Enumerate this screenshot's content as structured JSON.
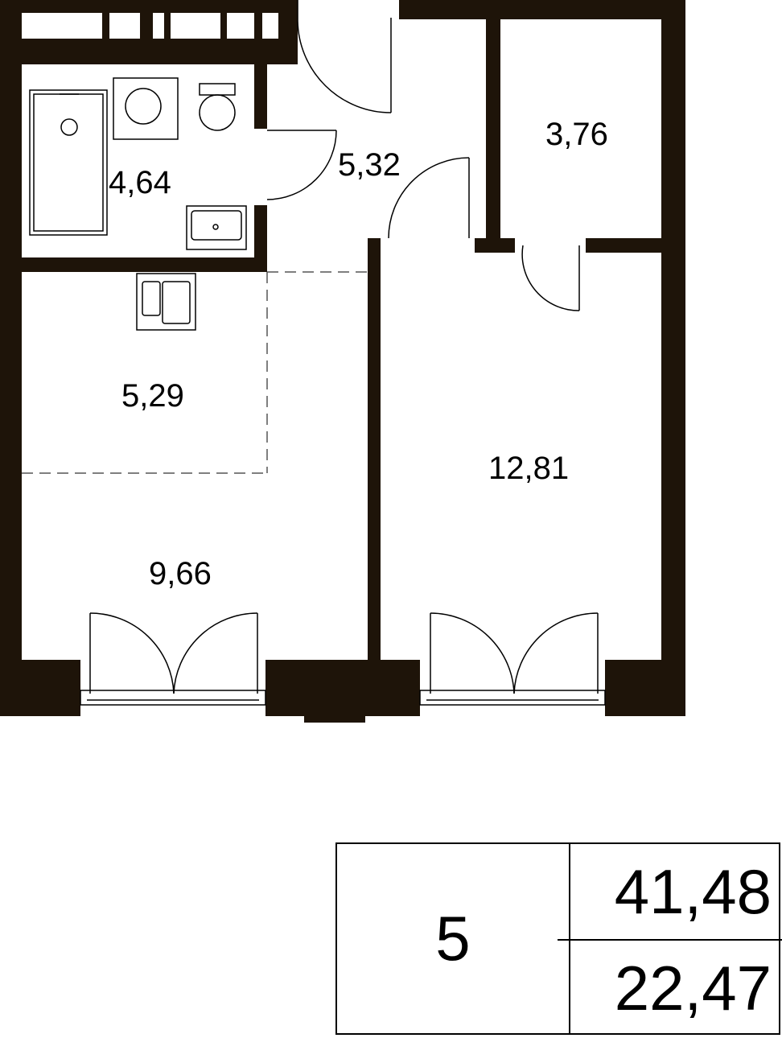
{
  "rooms": {
    "bathroom_area": "4,64",
    "hall_area": "5,32",
    "storage_area": "3,76",
    "kitchen_area": "5,29",
    "living_area": "9,66",
    "bedroom_area": "12,81"
  },
  "summary": {
    "apartment_number": "5",
    "total_area": "41,48",
    "living_area": "22,47"
  },
  "colors": {
    "wall": "#1e1409",
    "line": "#000000",
    "dash": "#555555"
  }
}
